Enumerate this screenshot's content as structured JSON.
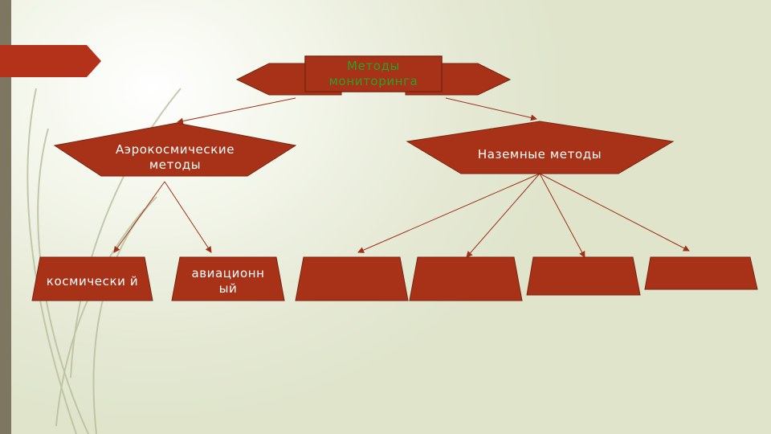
{
  "diagram": {
    "root": {
      "label": "Методы мониторинга"
    },
    "categories": [
      {
        "label": "Аэрокосмические методы"
      },
      {
        "label": "Наземные методы"
      }
    ],
    "leaves": [
      {
        "label": "космически й"
      },
      {
        "label": "авиационн ый"
      },
      {
        "label": ""
      },
      {
        "label": ""
      },
      {
        "label": ""
      },
      {
        "label": ""
      }
    ]
  },
  "colors": {
    "shape_fill": "#a83218",
    "shape_edge": "#7a2410",
    "connector": "#a03018",
    "root_text": "#2aa02a",
    "node_text": "#ffffff",
    "accent_bar": "#7d7661"
  }
}
